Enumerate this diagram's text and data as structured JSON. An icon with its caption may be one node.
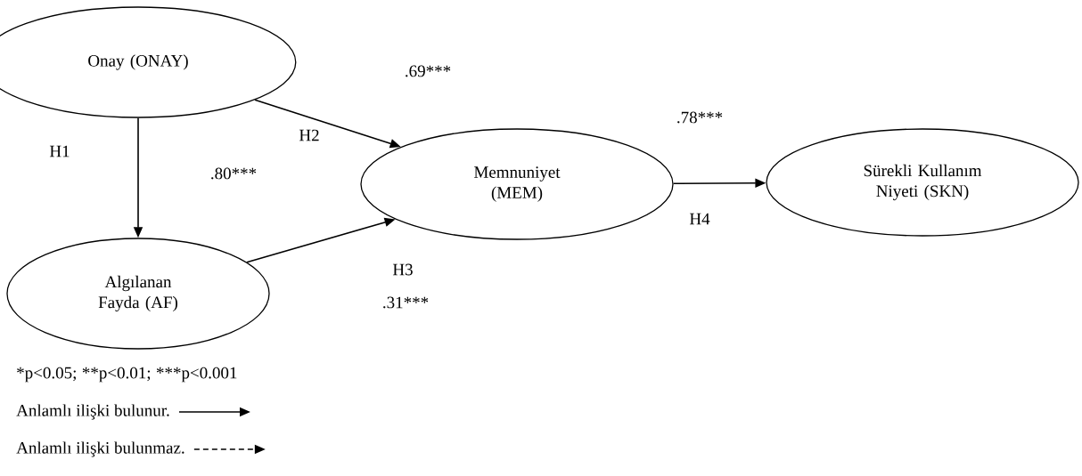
{
  "diagram": {
    "nodes": [
      {
        "text": [
          "Onay (ONAY)"
        ]
      },
      {
        "text": [
          "Algılanan Fayda (AF)"
        ]
      },
      {
        "text": [
          "Memnuniyet (MEM)"
        ]
      },
      {
        "text": [
          "Sürekli Kullanım Niyeti (SKN)"
        ]
      }
    ],
    "edges": [
      {
        "from": 0,
        "to": 1,
        "arrow": "to"
      },
      {
        "from": 0,
        "to": 2,
        "arrow": "to"
      },
      {
        "from": 1,
        "to": 2,
        "arrow": "to"
      },
      {
        "from": 2,
        "to": 3,
        "arrow": "to"
      }
    ],
    "labels": [
      ".69***",
      ".78***",
      "H2",
      "H1",
      ".80***",
      "H4",
      "H3",
      ".31***",
      "*p<0.05;",
      "**p<0.01;",
      "***p<0.001"
    ],
    "legend": [
      {
        "text": "Anlamlı ilişki bulunur."
      },
      {
        "text": "Anlamlı ilişki bulunmaz."
      }
    ]
  }
}
